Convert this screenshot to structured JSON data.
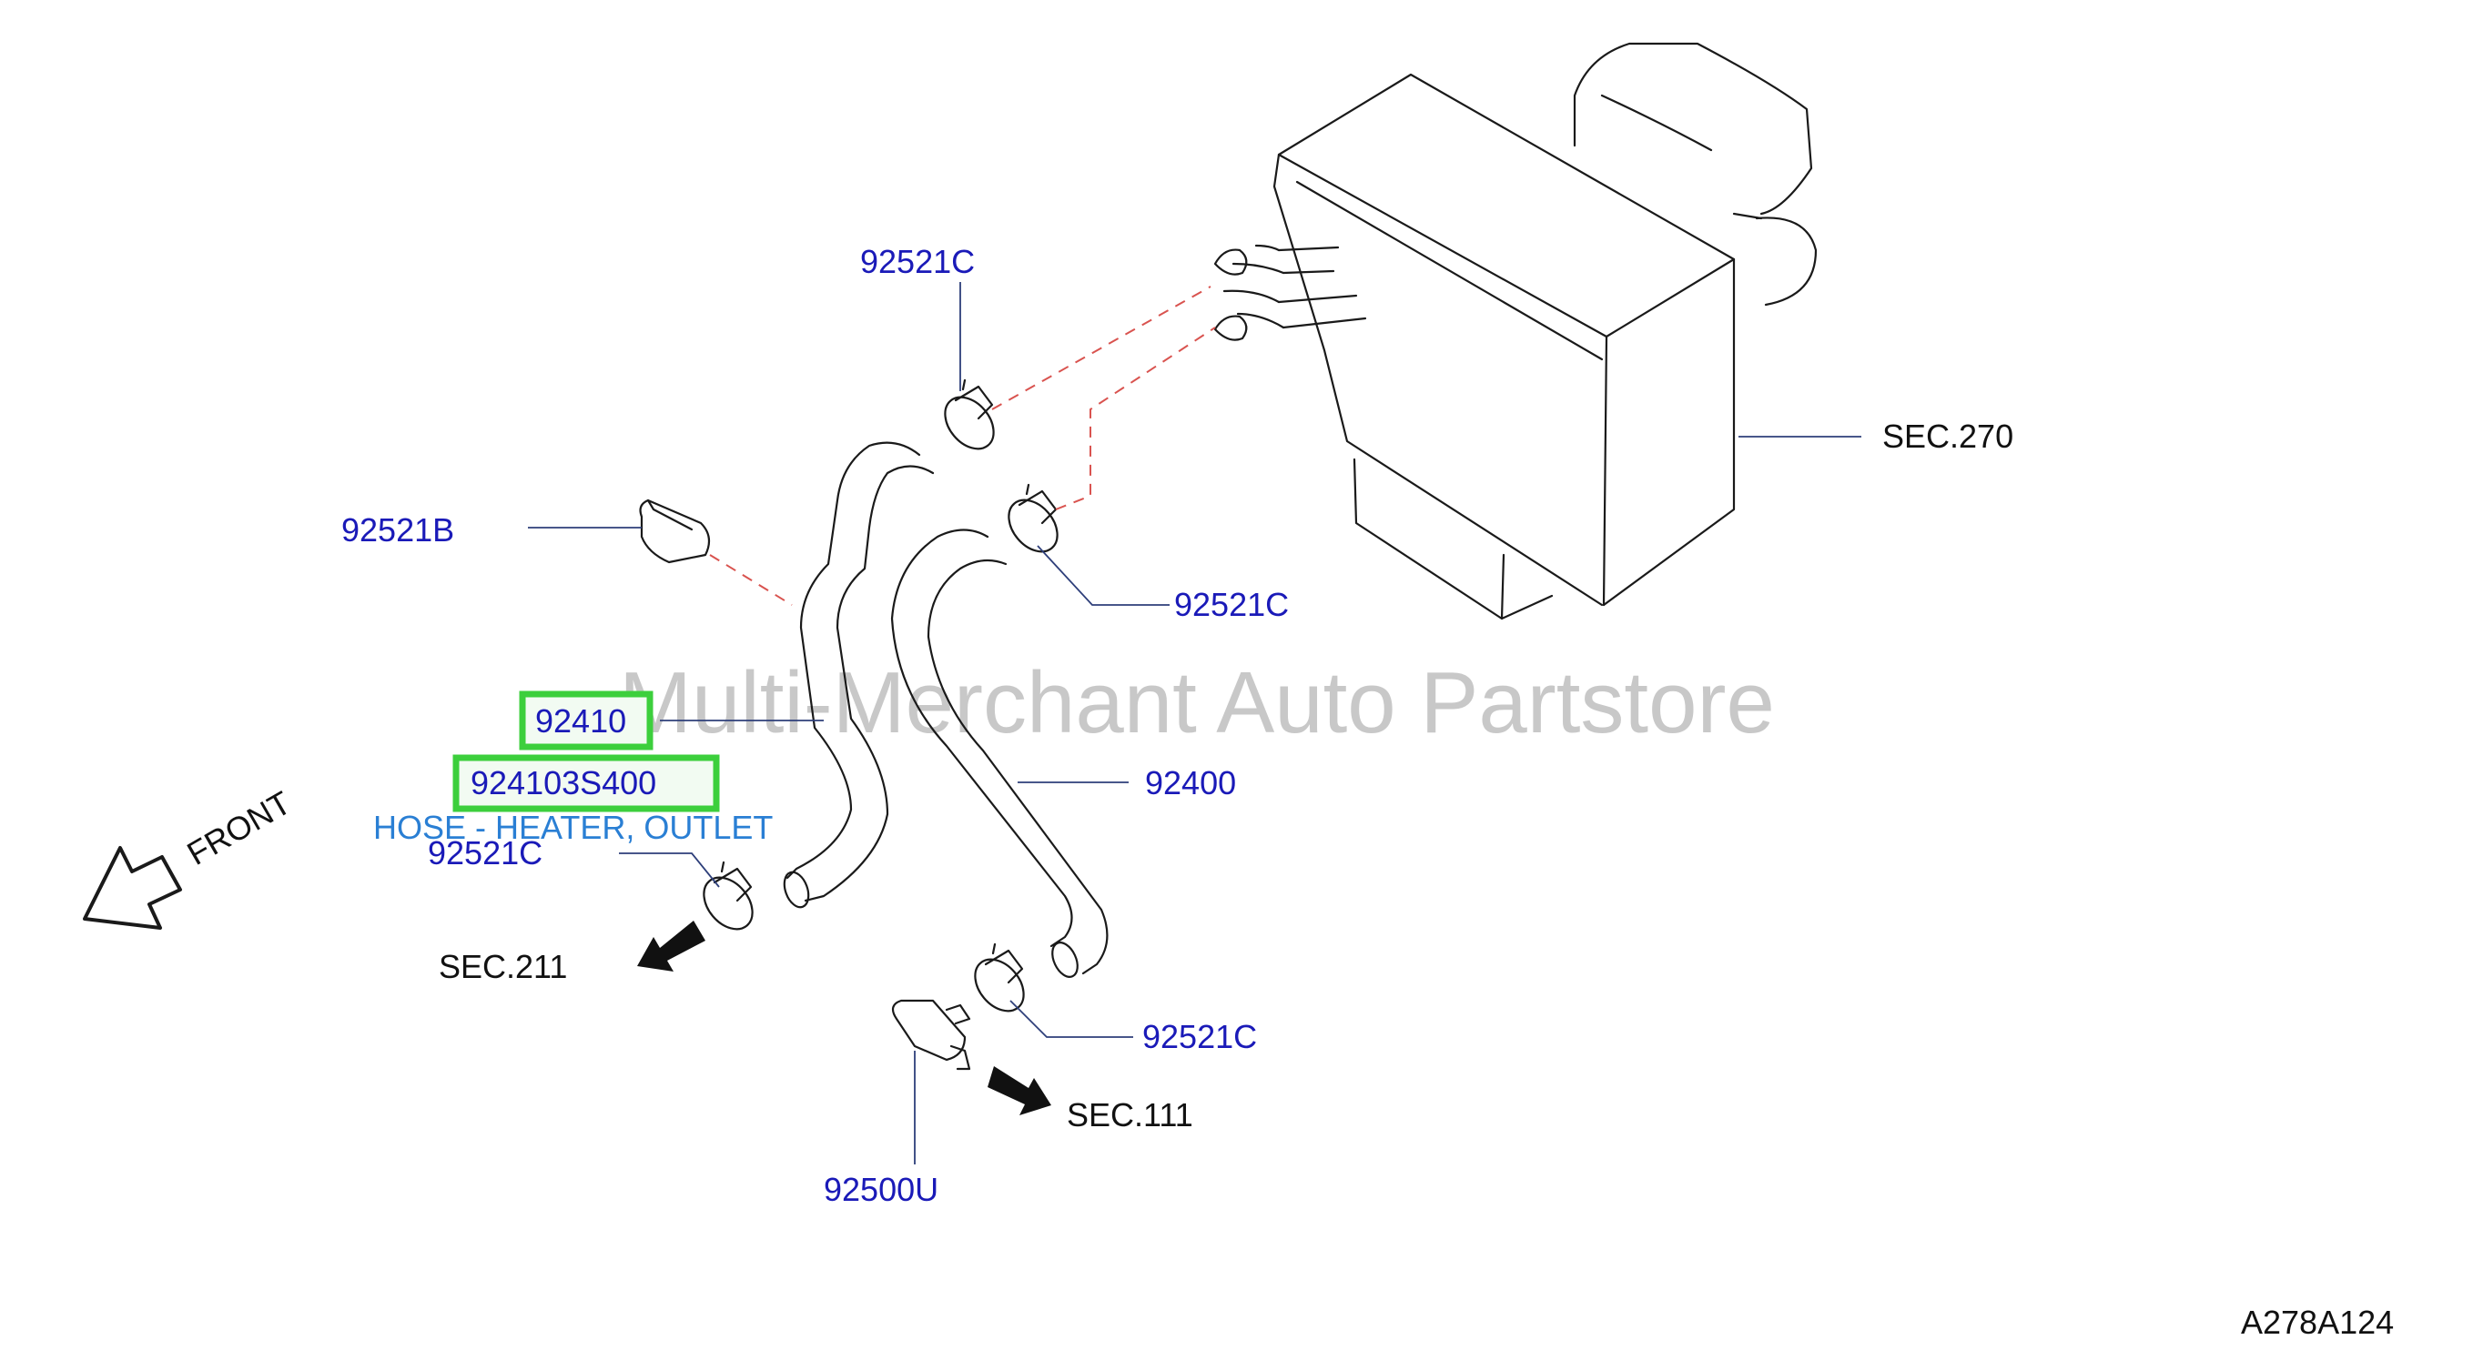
{
  "watermark": "Multi-Merchant Auto Partstore",
  "diagram_code": "A278A124",
  "direction_label": "FRONT",
  "callouts": {
    "clamp_top": "92521C",
    "clamp_mid": "92521C",
    "clamp_lower_left": "92521C",
    "clamp_lower_right": "92521C",
    "plug": "92521B",
    "hose_outlet": "92410",
    "hose_outlet_part_number": "924103S400",
    "hose_outlet_description": "HOSE - HEATER, OUTLET",
    "hose_inlet": "92400",
    "connector": "92500U"
  },
  "sections": {
    "heater_unit": "SEC.270",
    "engine_left": "SEC.211",
    "engine_right": "SEC.111"
  },
  "colors": {
    "callout_text": "#1a1ab8",
    "highlight": "#3ccf3c",
    "description_text": "#2a7fd4",
    "dashed_line": "#d9534f"
  }
}
